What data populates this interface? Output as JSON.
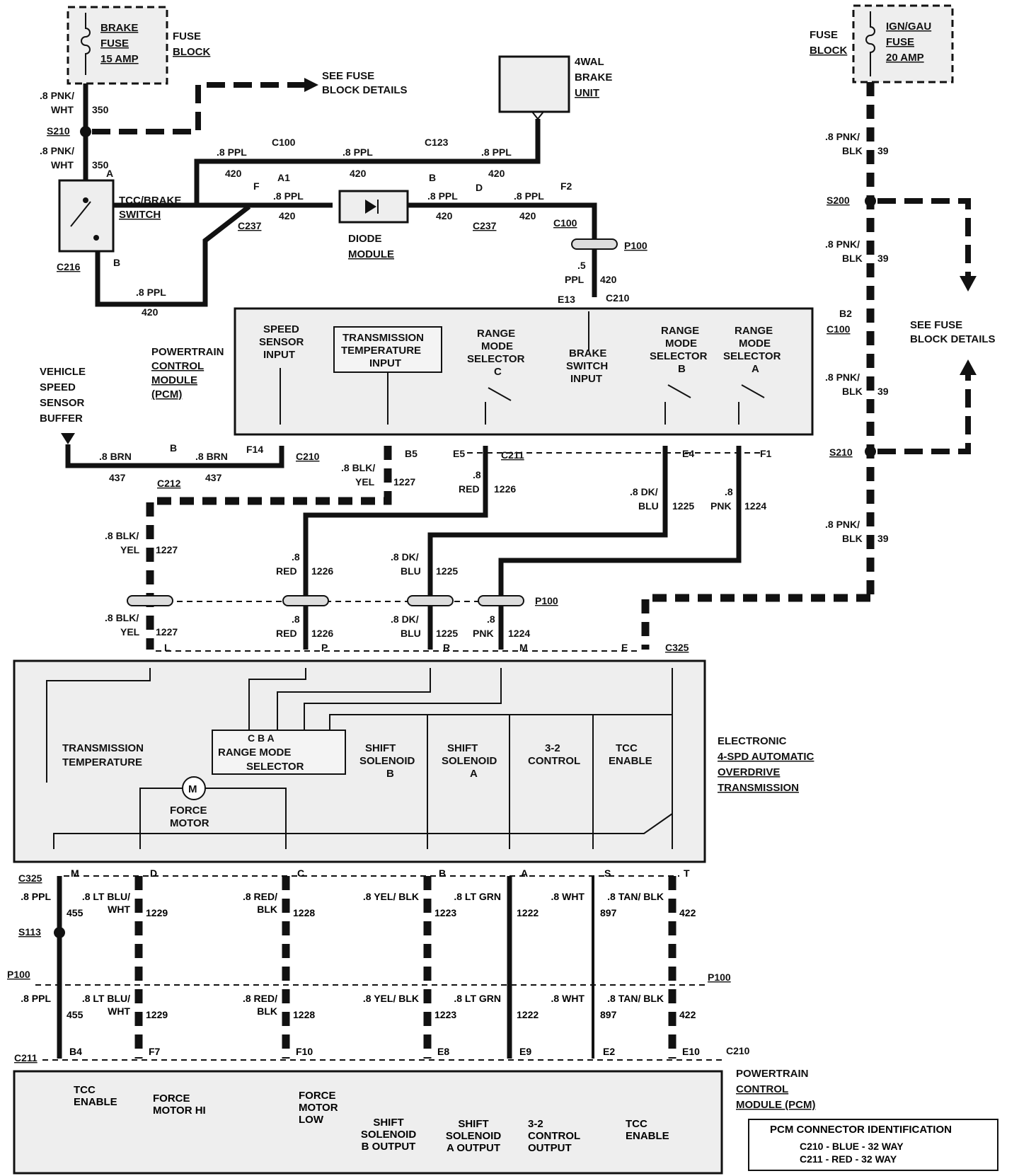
{
  "fuse_block_left": {
    "fuse": "BRAKE FUSE 15 AMP",
    "block": "FUSE BLOCK",
    "see": "SEE FUSE BLOCK DETAILS"
  },
  "fuse_block_right": {
    "fuse": "IGN/GAU FUSE 20 AMP",
    "block": "FUSE BLOCK",
    "see": "SEE FUSE BLOCK DETAILS"
  },
  "components": {
    "brake_unit": "4WAL BRAKE UNIT",
    "tcc_switch": "TCC/BRAKE SWITCH",
    "diode_module": "DIODE MODULE",
    "pcm": "POWERTRAIN CONTROL MODULE (PCM)",
    "vss_buffer": "VEHICLE SPEED SENSOR BUFFER",
    "transmission": "ELECTRONIC 4-SPD AUTOMATIC OVERDRIVE TRANSMISSION"
  },
  "pcm_top_inputs": [
    "SPEED SENSOR INPUT",
    "TRANSMISSION TEMPERATURE INPUT",
    "RANGE MODE SELECTOR C",
    "BRAKE SWITCH INPUT",
    "RANGE MODE SELECTOR B",
    "RANGE MODE SELECTOR A"
  ],
  "transmission_parts": [
    "TRANSMISSION TEMPERATURE",
    "RANGE MODE SELECTOR",
    "SHIFT SOLENOID B",
    "SHIFT SOLENOID A",
    "3-2 CONTROL",
    "TCC ENABLE",
    "FORCE MOTOR"
  ],
  "pcm_bottom_outputs": [
    "TCC ENABLE",
    "FORCE MOTOR HI",
    "FORCE MOTOR LOW",
    "SHIFT SOLENOID B OUTPUT",
    "SHIFT SOLENOID A OUTPUT",
    "3-2 CONTROL OUTPUT",
    "TCC ENABLE"
  ],
  "connector_id": {
    "title": "PCM CONNECTOR IDENTIFICATION",
    "line1": "C210 - BLUE - 32 WAY",
    "line2": "C211 - RED - 32 WAY"
  },
  "top_wires": [
    {
      "label": ".8 PNK/ WHT",
      "circuit": "350"
    },
    {
      "label": ".8 PPL",
      "circuit": "420"
    },
    {
      "label": ".8 BRN",
      "circuit": "437"
    },
    {
      "label": ".8 BLK/ YEL",
      "circuit": "1227"
    },
    {
      "label": ".8 RED",
      "circuit": "1226"
    },
    {
      "label": ".8 DK/ BLU",
      "circuit": "1225"
    },
    {
      "label": ".8 PNK",
      "circuit": "1224"
    },
    {
      "label": ".8 PNK/ BLK",
      "circuit": "39"
    }
  ],
  "bottom_wires": [
    {
      "label": ".8 PPL",
      "circuit": "455",
      "pin_top": "M",
      "pin_bottom": "B4"
    },
    {
      "label": ".8 LT BLU/ WHT",
      "circuit": "1229",
      "pin_top": "D",
      "pin_bottom": "F7"
    },
    {
      "label": ".8 RED/ BLK",
      "circuit": "1228",
      "pin_top": "C",
      "pin_bottom": "F10"
    },
    {
      "label": ".8 YEL/ BLK",
      "circuit": "1223",
      "pin_top": "B",
      "pin_bottom": "E8"
    },
    {
      "label": ".8 LT GRN",
      "circuit": "1222",
      "pin_top": "A",
      "pin_bottom": "E9"
    },
    {
      "label": ".8 WHT",
      "circuit": "897",
      "pin_top": "S",
      "pin_bottom": "E2"
    },
    {
      "label": ".8 TAN/ BLK",
      "circuit": "422",
      "pin_top": "T",
      "pin_bottom": "E10"
    }
  ],
  "connectors": [
    "S210",
    "S200",
    "C100",
    "C123",
    "C237",
    "C216",
    "P100",
    "C210",
    "C211",
    "C212",
    "C325",
    "S113"
  ]
}
